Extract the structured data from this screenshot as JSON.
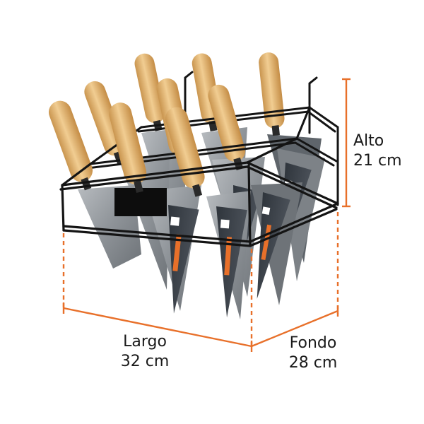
{
  "product": "trowel display rack with nine wooden-handled trowels",
  "dimensions": {
    "alto": {
      "label": "Alto",
      "value": "21 cm"
    },
    "largo": {
      "label": "Largo",
      "value": "32 cm"
    },
    "fondo": {
      "label": "Fondo",
      "value": "28 cm"
    }
  },
  "colors": {
    "dimension_line": "#e8702a",
    "blade": "#9ea3a8",
    "blade_dark": "#5c6166",
    "handle": "#e2b877",
    "wire": "#141414",
    "label_card": "#3a4048",
    "label_accent": "#e8702a"
  }
}
